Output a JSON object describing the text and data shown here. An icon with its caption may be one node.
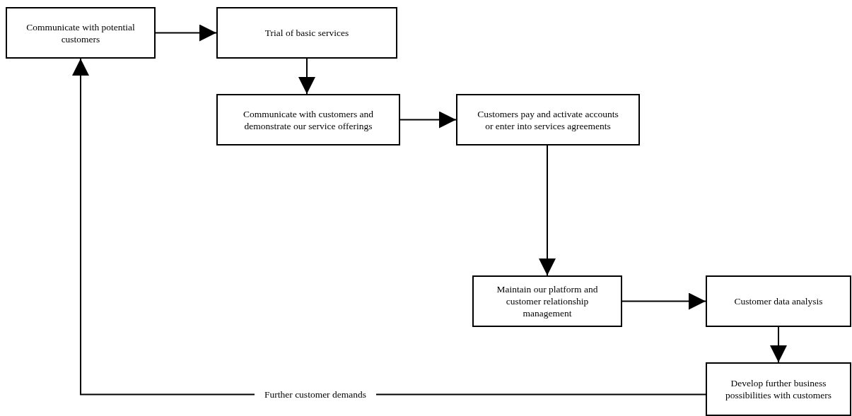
{
  "diagram": {
    "nodes": [
      {
        "text": [
          "Communicate with potential customers"
        ]
      },
      {
        "text": [
          "Trial of basic services"
        ]
      },
      {
        "text": [
          "Communicate with customers and demonstrate our service offerings"
        ]
      },
      {
        "text": [
          "Customers pay and activate accounts or enter into services agreements"
        ]
      },
      {
        "text": [
          "Maintain our platform and customer relationship management"
        ]
      },
      {
        "text": [
          "Customer data analysis"
        ]
      },
      {
        "text": [
          "Develop further business possibilities with customers"
        ]
      }
    ],
    "edges": [
      {
        "from": 0,
        "to": 1,
        "arrow": "to"
      },
      {
        "from": 1,
        "to": 2,
        "arrow": "to"
      },
      {
        "from": 2,
        "to": 3,
        "arrow": "to"
      },
      {
        "from": 3,
        "to": 4,
        "arrow": "to"
      },
      {
        "from": 4,
        "to": 5,
        "arrow": "to"
      },
      {
        "from": 5,
        "to": 6,
        "arrow": "to"
      },
      {
        "from": 6,
        "to": 0,
        "arrow": "to",
        "label": "Further customer demands"
      }
    ]
  }
}
